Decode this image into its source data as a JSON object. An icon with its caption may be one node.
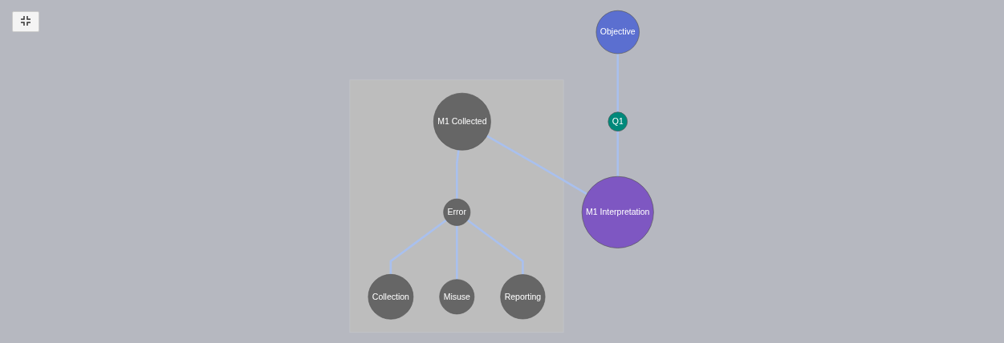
{
  "diagram": {
    "nodes": [
      {
        "text": [
          "Objective"
        ]
      },
      {
        "text": [],
        "shape": "box"
      },
      {
        "text": [
          "M1 Collected"
        ],
        "in": 1
      },
      {
        "text": [
          "Q1"
        ]
      },
      {
        "text": [
          "Error"
        ],
        "in": 1
      },
      {
        "text": [
          "M1 Interpretation"
        ]
      },
      {
        "text": [
          "Collection"
        ],
        "in": 1
      },
      {
        "text": [
          "Misuse"
        ],
        "in": 1
      },
      {
        "text": [
          "Reporting"
        ],
        "in": 1
      }
    ],
    "edges": [
      {
        "from": 0,
        "to": 3,
        "arrow": "none"
      },
      {
        "from": 3,
        "to": 5,
        "arrow": "none"
      },
      {
        "from": 2,
        "to": 5,
        "arrow": "none"
      },
      {
        "from": 2,
        "to": 4,
        "arrow": "none"
      },
      {
        "from": 4,
        "to": 6,
        "arrow": "none"
      },
      {
        "from": 4,
        "to": 7,
        "arrow": "none"
      },
      {
        "from": 4,
        "to": 8,
        "arrow": "none"
      }
    ]
  }
}
